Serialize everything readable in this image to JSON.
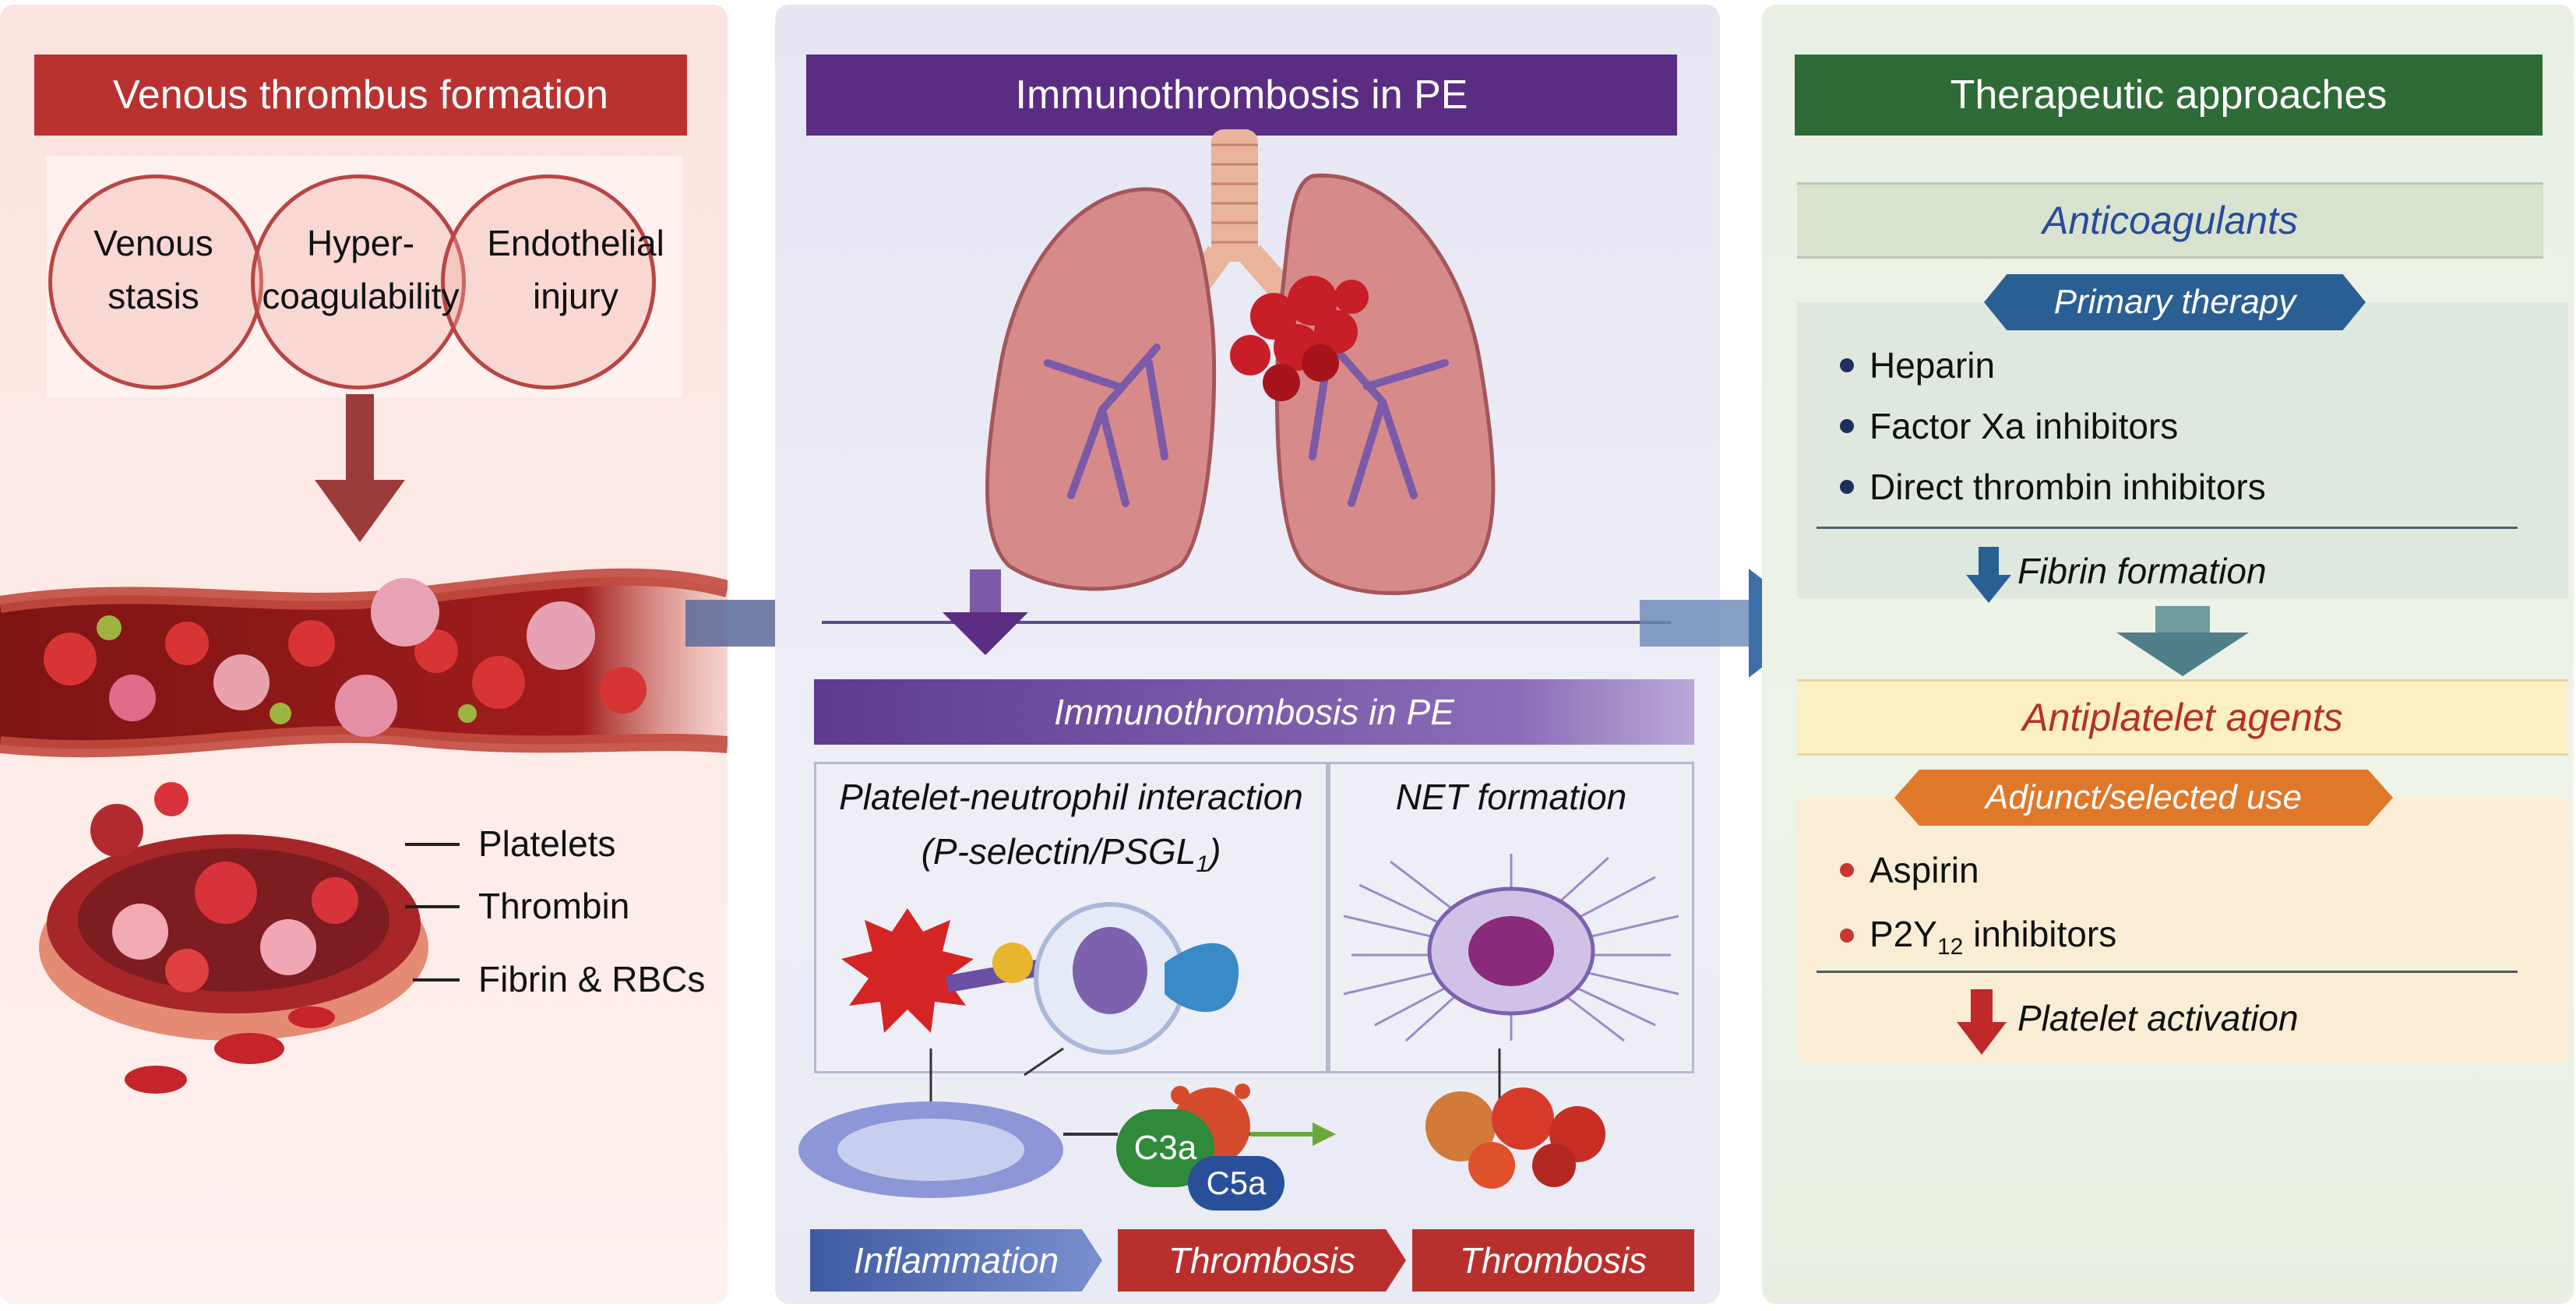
{
  "left": {
    "header": "Venous thrombus formation",
    "circles": [
      "Venous\nstasis",
      "Hyper-\ncoagulability",
      "Endothelial\ninjury"
    ],
    "labels": [
      "Platelets",
      "Thrombin",
      "Fibrin & RBCs"
    ],
    "colors": {
      "header": "#b9322f",
      "accent": "#8e2a2a"
    }
  },
  "middle": {
    "header": "Immunothrombosis in PE",
    "band": "Immunothrombosis in PE",
    "sub_left_title": "Platelet-neutrophil interaction",
    "sub_left_sub": "(P-selectin/PSGL",
    "sub_left_sub_suffix": "1",
    "sub_left_close": ")",
    "sub_right_title": "NET formation",
    "c3a": "C3a",
    "c5a": "C5a",
    "bottom": [
      "Inflammation",
      "Thrombosis",
      "Thrombosis"
    ],
    "colors": {
      "header": "#5b2d82",
      "band": "#6a4a9a"
    }
  },
  "right": {
    "header": "Therapeutic approaches",
    "anticoag": "Anticoagulants",
    "primary": "Primary therapy",
    "anticoag_items": [
      "Heparin",
      "Factor Xa inhibitors",
      "Direct thrombin inhibitors"
    ],
    "anticoag_effect": "Fibrin formation",
    "antiplatelet": "Antiplatelet agents",
    "adjunct": "Adjunct/selected use",
    "antiplatelet_items": [
      "Aspirin"
    ],
    "p2y_prefix": "P2Y",
    "p2y_sub": "12",
    "p2y_suffix": " inhibitors",
    "antiplatelet_effect": "Platelet activation",
    "colors": {
      "header": "#2e6b37",
      "primary": "#2a5f93",
      "adjunct": "#e0782a",
      "antiplatelet_text": "#b3322c"
    }
  }
}
